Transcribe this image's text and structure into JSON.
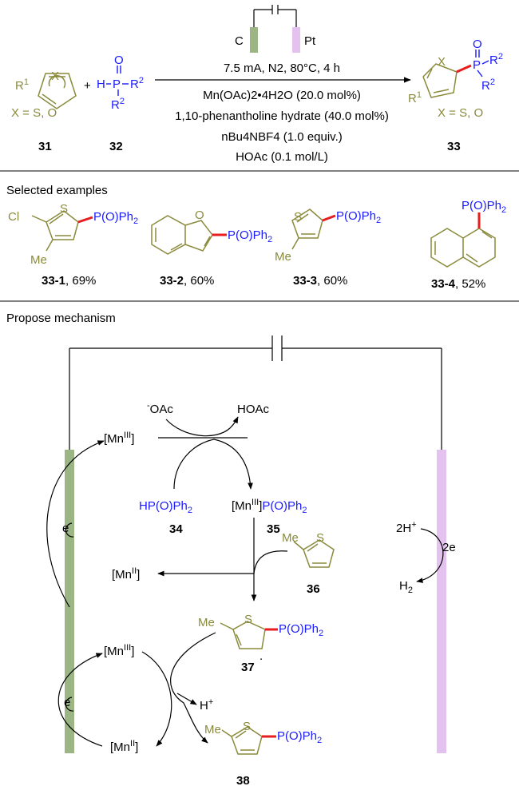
{
  "colors": {
    "olive": "#8a8a3c",
    "blue": "#1a1aff",
    "red": "#e81e1e",
    "anode": "#9bb585",
    "cathode": "#e3c2ef",
    "text": "#000000"
  },
  "electrodes": {
    "anode": "C",
    "cathode": "Pt"
  },
  "reaction": {
    "substrate_label": "X = S, O",
    "substrate_id": "31",
    "reagent_id": "32",
    "product_label": "X = S, O",
    "product_id": "33",
    "conditions": {
      "line1": "7.5 mA, N2, 80°C, 4 h",
      "line2": "Mn(OAc)2•4H2O (20.0 mol%)",
      "line3": "1,10-phenantholine hydrate (40.0 mol%)",
      "line4": "nBu4NBF4 (1.0 equiv.)",
      "line5": "HOAc (0.1 mol/L)"
    }
  },
  "examples_heading": "Selected examples",
  "examples": [
    {
      "id": "33-1",
      "yield": ", 69%"
    },
    {
      "id": "33-2",
      "yield": ", 60%"
    },
    {
      "id": "33-3",
      "yield": ", 60%"
    },
    {
      "id": "33-4",
      "yield": ", 52%"
    }
  ],
  "mechanism": {
    "heading": "Propose mechanism",
    "oac": "OAc",
    "hoac": "HOAc",
    "mn3": "[Mn",
    "mn2": "[Mn",
    "mn3_sup": "III",
    "mn2_sup": "II",
    "hp_label": "HP(O)Ph2",
    "mn_p_label": "P(O)Ph2",
    "id34": "34",
    "id35": "35",
    "id36": "36",
    "id37": "37",
    "id38": "38",
    "h_plus": "H",
    "two_h_plus": "2H",
    "two_e": "2e",
    "h2": "H",
    "e": "e"
  }
}
